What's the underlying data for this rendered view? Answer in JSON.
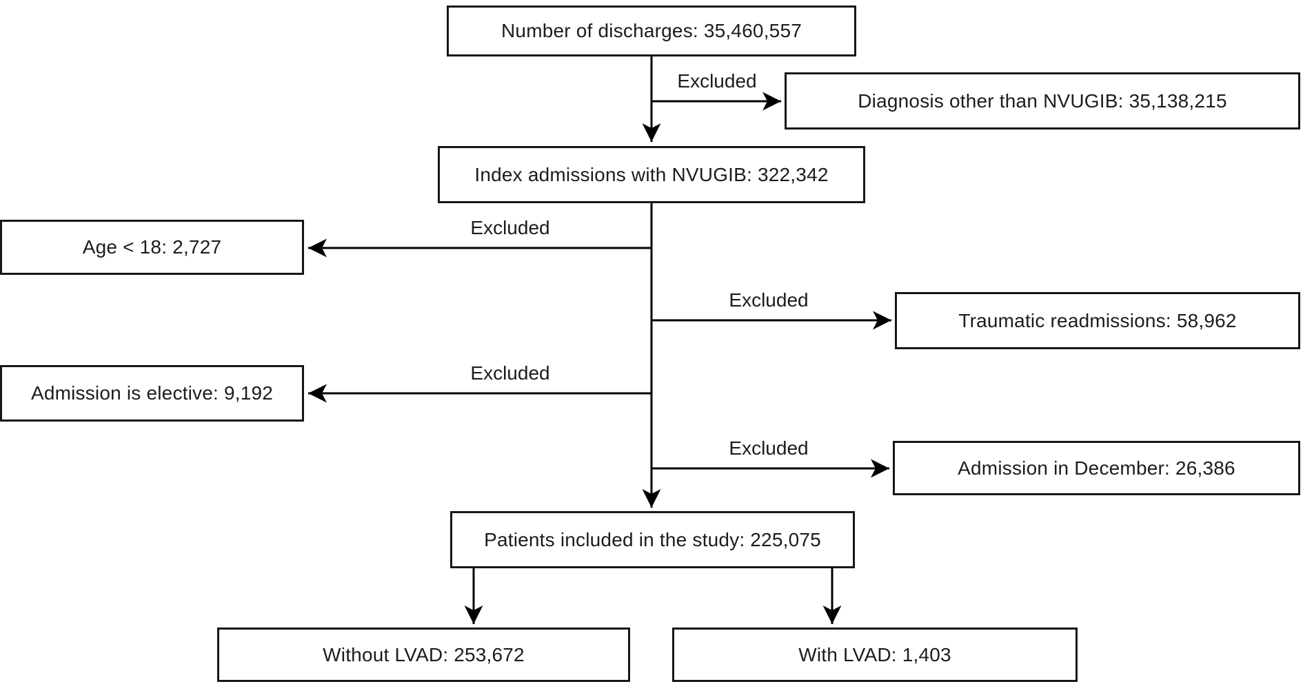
{
  "diagram": {
    "type": "patient-selection-flowchart",
    "nodes": {
      "discharges": {
        "label": "Number of discharges: 35,460,557"
      },
      "diagnosis": {
        "label": "Diagnosis other than NVUGIB: 35,138,215"
      },
      "index": {
        "label": "Index admissions with NVUGIB: 322,342"
      },
      "age": {
        "label": "Age < 18: 2,727"
      },
      "traumatic": {
        "label": "Traumatic readmissions: 58,962"
      },
      "elective": {
        "label": "Admission is elective: 9,192"
      },
      "december": {
        "label": "Admission in December: 26,386"
      },
      "patients": {
        "label": "Patients included in the study: 225,075"
      },
      "without_lvad": {
        "label": "Without LVAD: 253,672"
      },
      "with_lvad": {
        "label": "With LVAD: 1,403"
      }
    },
    "edge_labels": {
      "excluded_diagnosis": "Excluded",
      "excluded_age": "Excluded",
      "excluded_traumatic": "Excluded",
      "excluded_elective": "Excluded",
      "excluded_december": "Excluded"
    },
    "colors": {
      "background": "#ffffff",
      "box_fill": "#ffffff",
      "box_border": "#161616",
      "line": "#000000",
      "text": "#1c1c1c"
    }
  }
}
